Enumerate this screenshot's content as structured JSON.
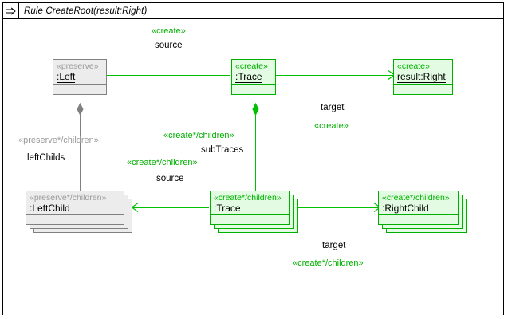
{
  "window": {
    "title": "Rule CreateRoot(result:Right)",
    "icon": "rule-arrow-icon"
  },
  "colors": {
    "create": "#00b000",
    "create_fill": "#e2fbe2",
    "preserve": "#9a9a9a",
    "preserve_fill": "#ececec",
    "preserve_border": "#808080",
    "text": "#000000",
    "frame": "#000000"
  },
  "nodes": [
    {
      "id": "left",
      "stereotype": "«preserve»",
      "name": ":Left",
      "kind": "preserve",
      "stacked": false
    },
    {
      "id": "trace-top",
      "stereotype": "«create»",
      "name": ":Trace",
      "kind": "create",
      "stacked": false
    },
    {
      "id": "result-right",
      "stereotype": "«create»",
      "name": "result:Right",
      "kind": "create",
      "stacked": false
    },
    {
      "id": "left-child",
      "stereotype": "«preserve*/children»",
      "name": ":LeftChild",
      "kind": "preserve",
      "stacked": true
    },
    {
      "id": "trace-bottom",
      "stereotype": "«create*/children»",
      "name": ":Trace",
      "kind": "create",
      "stacked": true
    },
    {
      "id": "right-child",
      "stereotype": "«create*/children»",
      "name": ":RightChild",
      "kind": "create",
      "stacked": true
    }
  ],
  "edges": [
    {
      "id": "source-top",
      "stereotype": "«create»",
      "role": "source",
      "kind": "create",
      "from": "trace-top",
      "to": "left"
    },
    {
      "id": "target-top",
      "stereotype": "«create»",
      "role": "target",
      "kind": "create",
      "from": "trace-top",
      "to": "result-right"
    },
    {
      "id": "left-childs",
      "stereotype": "«preserve*/children»",
      "role": "leftChilds",
      "kind": "preserve",
      "from": "left",
      "to": "left-child"
    },
    {
      "id": "sub-traces",
      "stereotype": "«create*/children»",
      "role": "subTraces",
      "kind": "create",
      "from": "trace-top",
      "to": "trace-bottom"
    },
    {
      "id": "source-bottom",
      "stereotype": "«create*/children»",
      "role": "source",
      "kind": "create",
      "from": "trace-bottom",
      "to": "left-child"
    },
    {
      "id": "target-bottom",
      "stereotype": "«create*/children»",
      "role": "target",
      "kind": "create",
      "from": "trace-bottom",
      "to": "right-child"
    }
  ]
}
